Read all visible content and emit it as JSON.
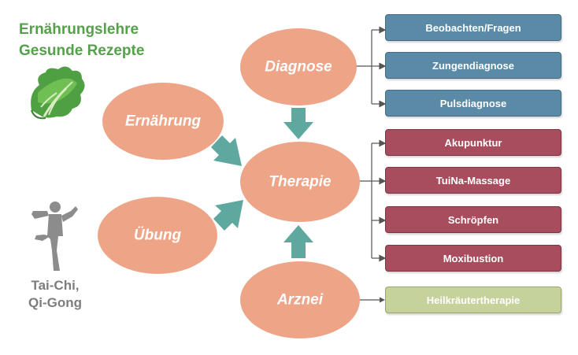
{
  "header": {
    "line1": "Ernährungslehre",
    "line2": "Gesunde Rezepte"
  },
  "ellipses": {
    "diagnose": "Diagnose",
    "ernaehrung": "Ernährung",
    "therapie": "Therapie",
    "uebung": "Übung",
    "arznei": "Arznei"
  },
  "diagnosis_methods": [
    "Beobachten/Fragen",
    "Zungendiagnose",
    "Pulsdiagnose"
  ],
  "therapy_methods": [
    "Akupunktur",
    "TuiNa-Massage",
    "Schröpfen",
    "Moxibustion"
  ],
  "herbal": "Heilkräutertherapie",
  "exercise_caption": {
    "line1": "Tai-Chi,",
    "line2": "Qi-Gong"
  },
  "icons": [
    "vegetable-icon",
    "tai-chi-figure-icon"
  ],
  "colors": {
    "ellipse": "#eea487",
    "arrow": "#5fa8a0",
    "diagnosis_box": "#5b8aa6",
    "therapy_box": "#a84d5d",
    "herbal_box": "#c5d29c",
    "title_green": "#55a04a"
  }
}
